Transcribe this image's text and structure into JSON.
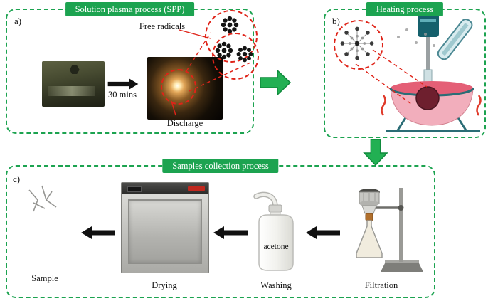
{
  "colors": {
    "green": "#1CA350",
    "red": "#DF2318"
  },
  "panel_a": {
    "tag": "a)",
    "title": "Solution plasma process (SPP)",
    "free_radicals_label": "Free radicals",
    "duration_label": "30 mins",
    "discharge_label": "Discharge"
  },
  "panel_b": {
    "tag": "b)",
    "title": "Heating process"
  },
  "panel_c": {
    "tag": "c)",
    "title": "Samples collection process",
    "bottle_label": "acetone",
    "steps": [
      {
        "label": "Sample"
      },
      {
        "label": "Drying"
      },
      {
        "label": "Washing"
      },
      {
        "label": "Filtration"
      }
    ]
  }
}
